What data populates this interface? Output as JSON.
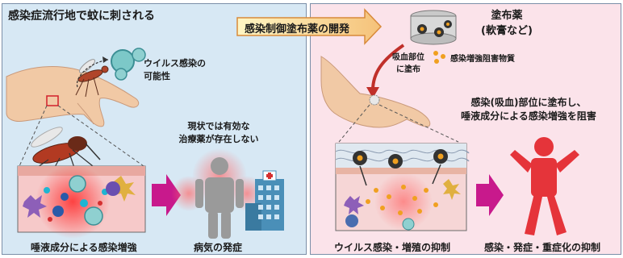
{
  "left": {
    "title": "感染症流行地で蚊に刺される",
    "virus_infection": "ウイルス感染の\n可能性",
    "no_treatment": "現状では有効な\n治療薬が存在しない",
    "caption_saliva": "唾液成分による感染増強",
    "caption_disease": "病気の発症"
  },
  "center": {
    "dev_label": "感染制御塗布薬の開発"
  },
  "right": {
    "ointment_title": "塗布薬\n(軟膏など)",
    "inhibitor_legend": "感染増強阻害物質",
    "apply_site": "吸血部位\nに塗布",
    "apply_desc": "感染(吸血)部位に塗布し、\n唾液成分による感染増強を阻害",
    "caption_suppress": "ウイルス感染・増殖の抑制",
    "caption_prevent": "感染・発症・重症化の抑制"
  },
  "colors": {
    "left_bg": "#d7e8f4",
    "right_bg": "#fbe3ea",
    "arrow_magenta": "#c8198c",
    "figure_gray": "#9a9a9a",
    "figure_red": "#e5343a",
    "inhibitor_orange": "#f0a020",
    "dev_box_bg": "#fff3b8"
  }
}
